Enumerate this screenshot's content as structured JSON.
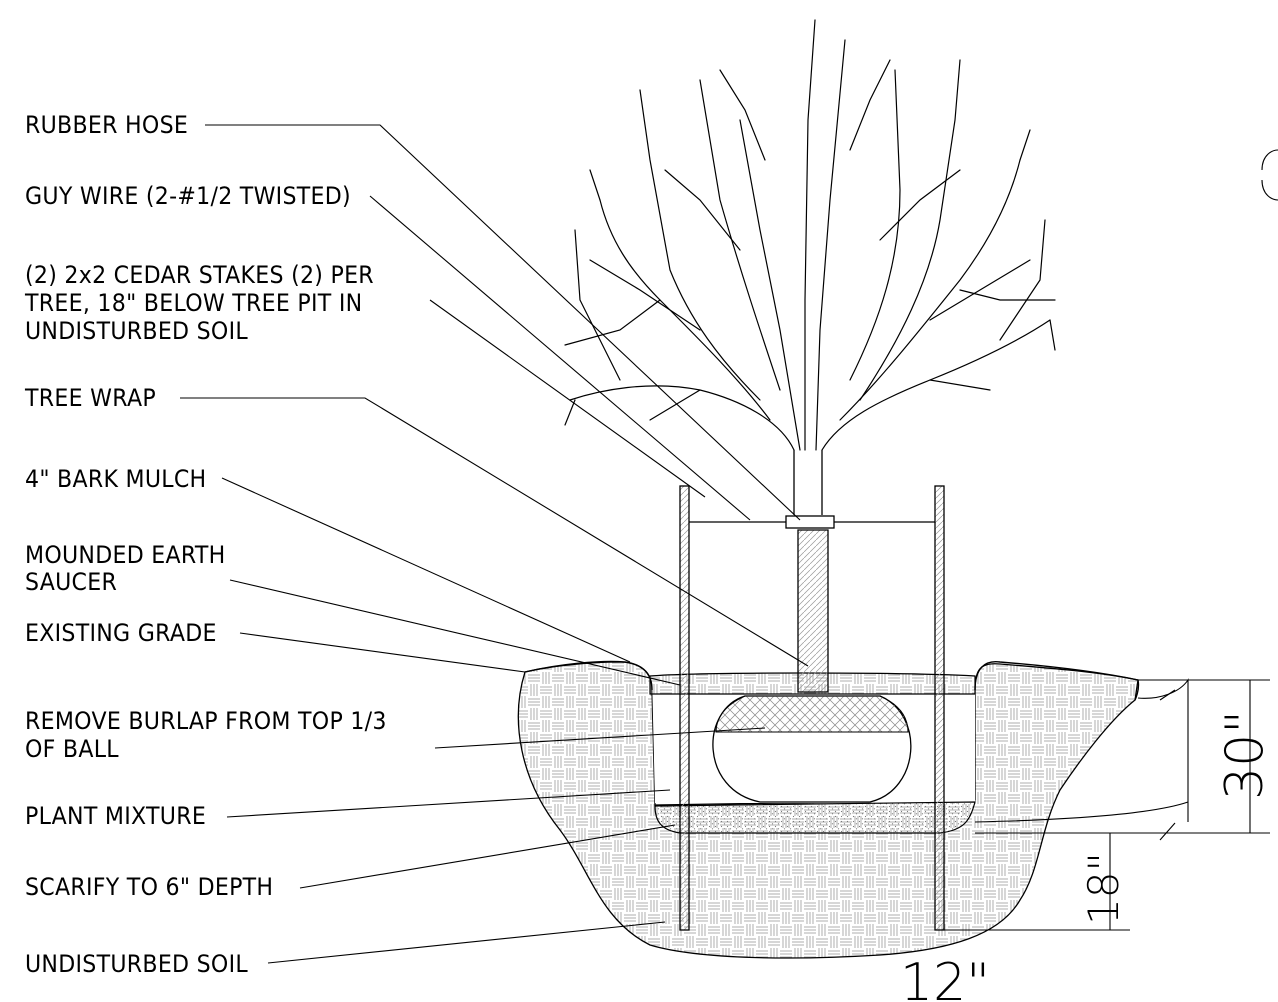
{
  "labels": {
    "rubber_hose": "RUBBER HOSE",
    "guy_wire": "GUY WIRE (2-#1/2 TWISTED)",
    "cedar_stakes_1": "(2) 2x2 CEDAR STAKES (2) PER",
    "cedar_stakes_2": "TREE, 18\" BELOW TREE PIT IN",
    "cedar_stakes_3": "UNDISTURBED SOIL",
    "tree_wrap": "TREE WRAP",
    "bark_mulch": "4\" BARK MULCH",
    "mounded_1": "MOUNDED EARTH",
    "mounded_2": "SAUCER",
    "existing_grade": "EXISTING GRADE",
    "remove_burlap_1": "REMOVE BURLAP FROM TOP 1/3",
    "remove_burlap_2": "OF BALL",
    "plant_mixture": "PLANT MIXTURE",
    "scarify": "SCARIFY TO 6\" DEPTH",
    "undisturbed_soil": "UNDISTURBED SOIL"
  },
  "dimensions": {
    "depth_total": "30\"",
    "stake_depth": "18\"",
    "width": "12\""
  }
}
